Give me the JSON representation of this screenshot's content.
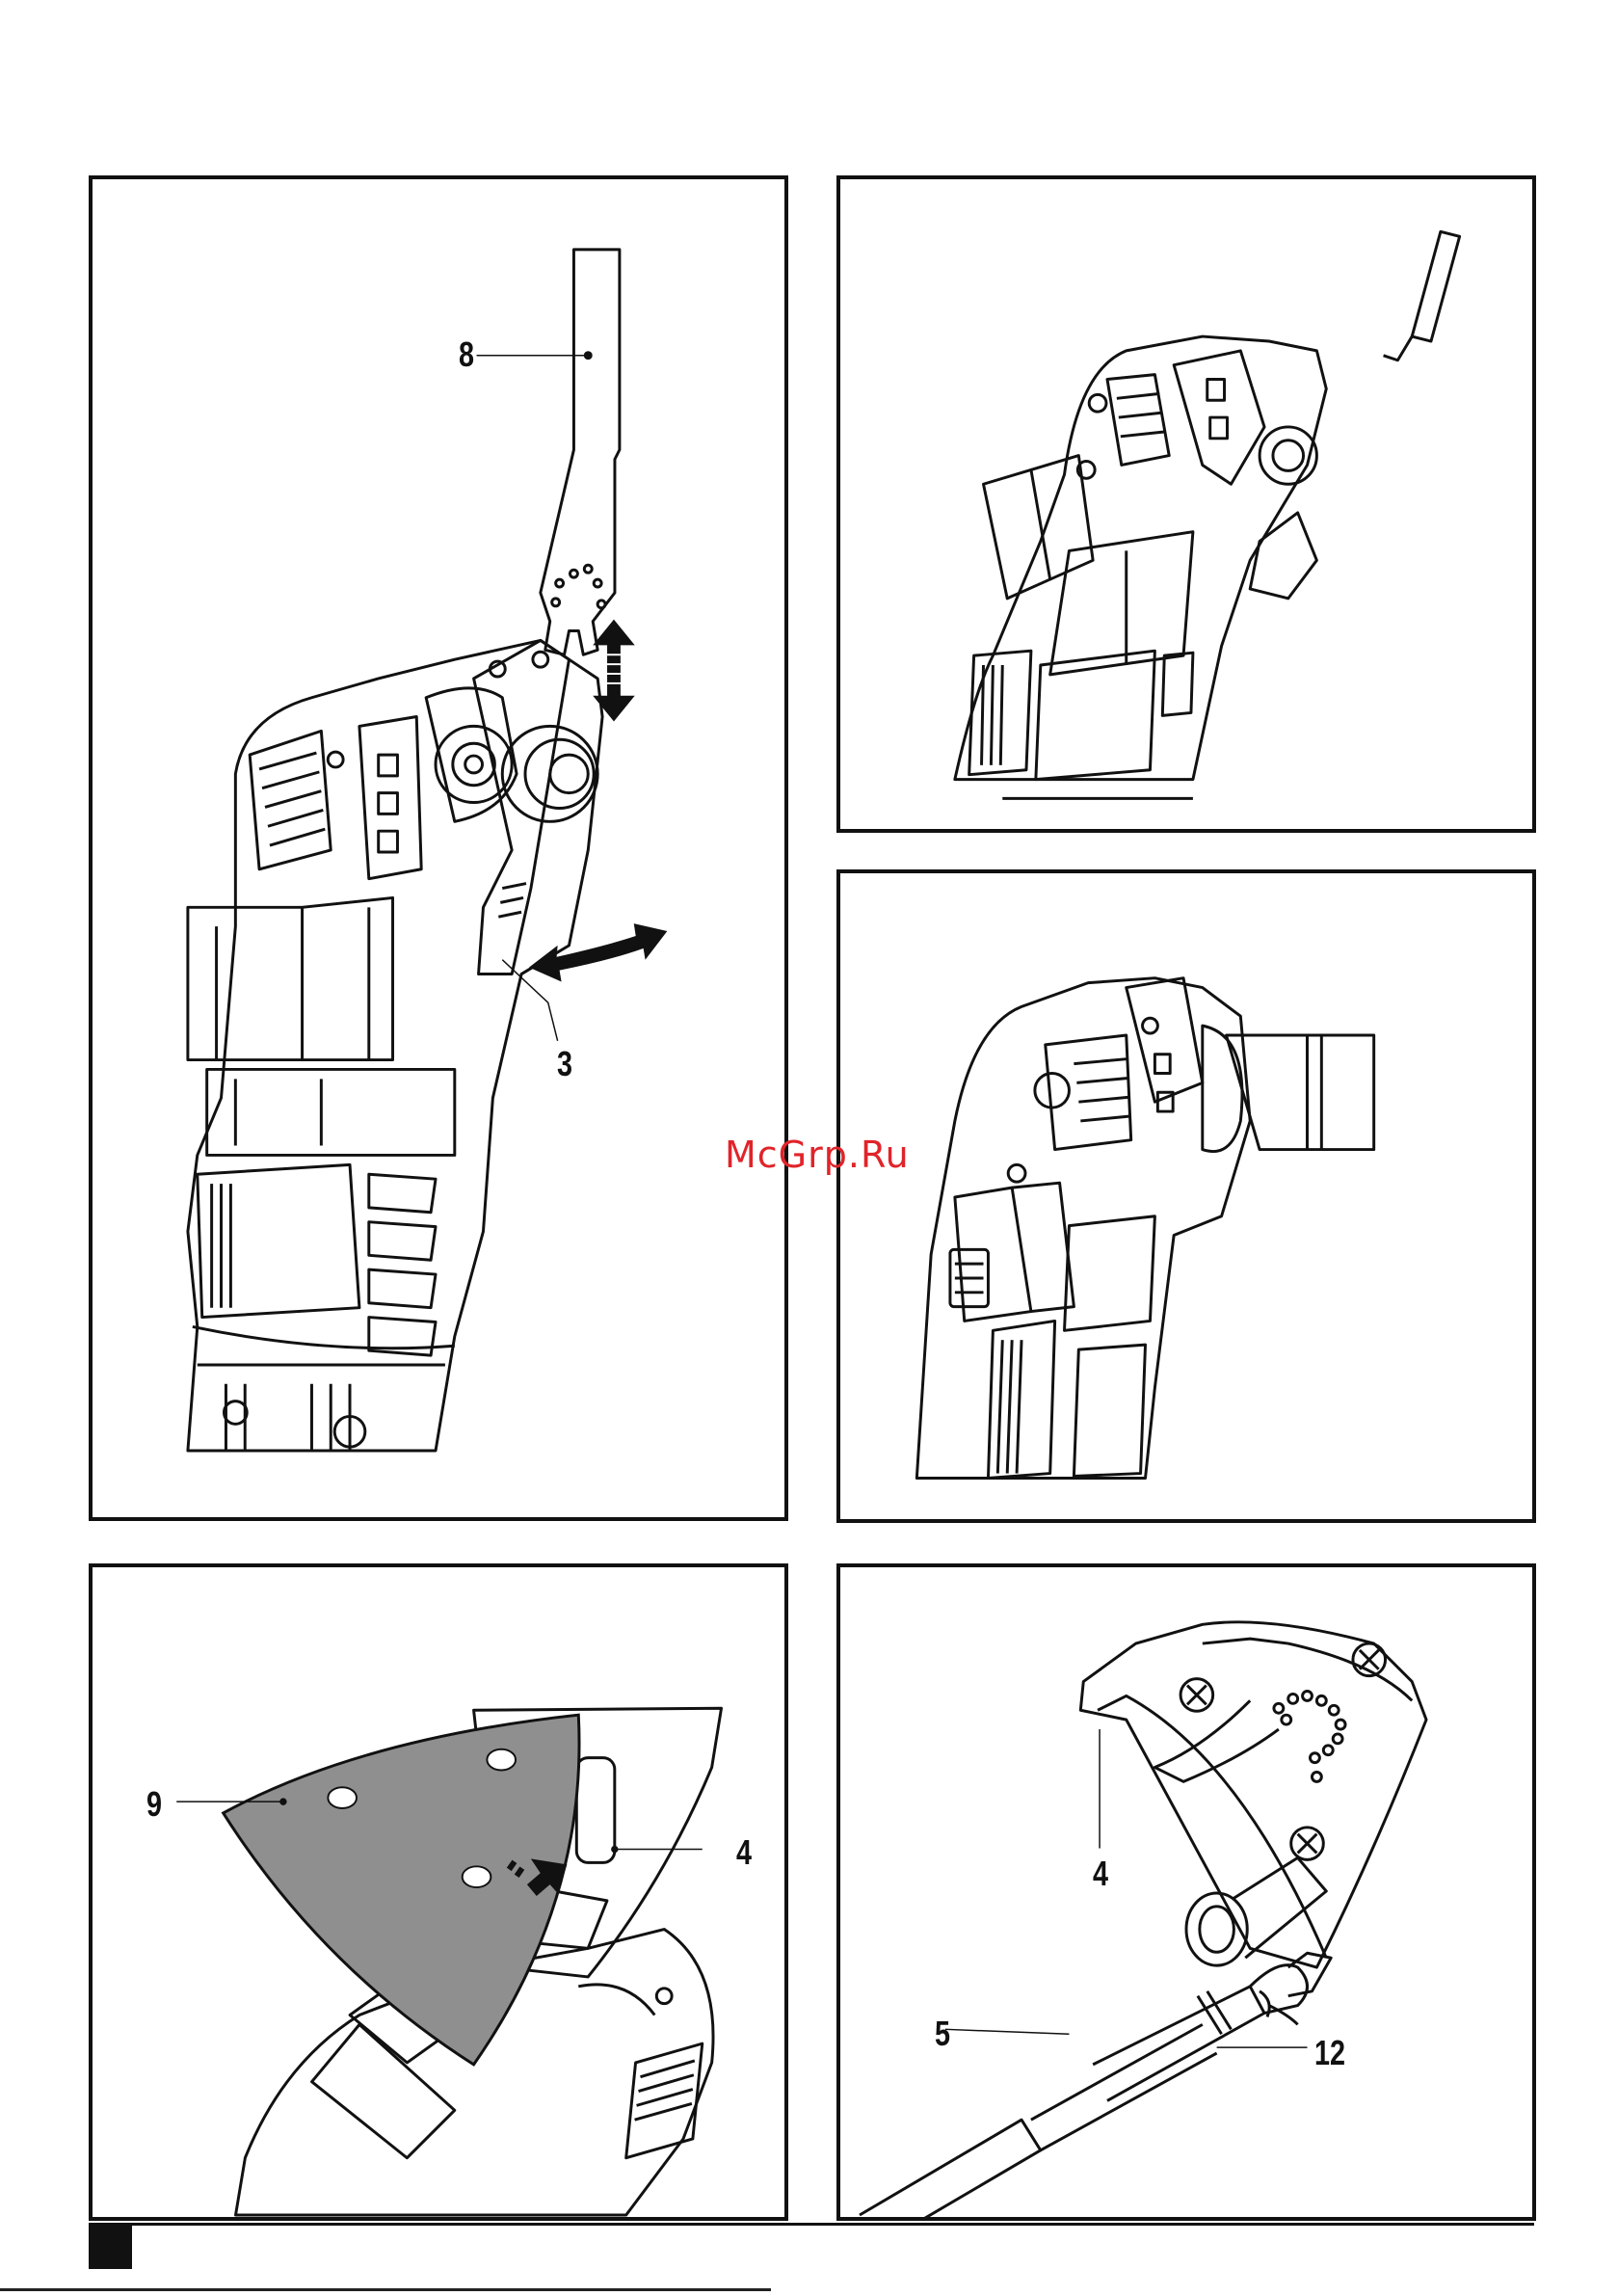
{
  "watermark": "McGrp.Ru",
  "figures": [
    {
      "id": "fig-a",
      "callouts": [
        "8",
        "3"
      ]
    },
    {
      "id": "fig-b",
      "callouts": []
    },
    {
      "id": "fig-c",
      "callouts": []
    },
    {
      "id": "fig-d",
      "callouts": [
        "9",
        "4"
      ]
    },
    {
      "id": "fig-e",
      "callouts": [
        "4",
        "5",
        "12"
      ]
    }
  ],
  "icons": [
    "double-arrow-vertical-icon",
    "curved-double-arrow-icon",
    "push-arrow-icon"
  ],
  "colors": {
    "line": "#111111",
    "watermark": "#e0242a",
    "sanding_sheet": "#8f8f8f"
  }
}
